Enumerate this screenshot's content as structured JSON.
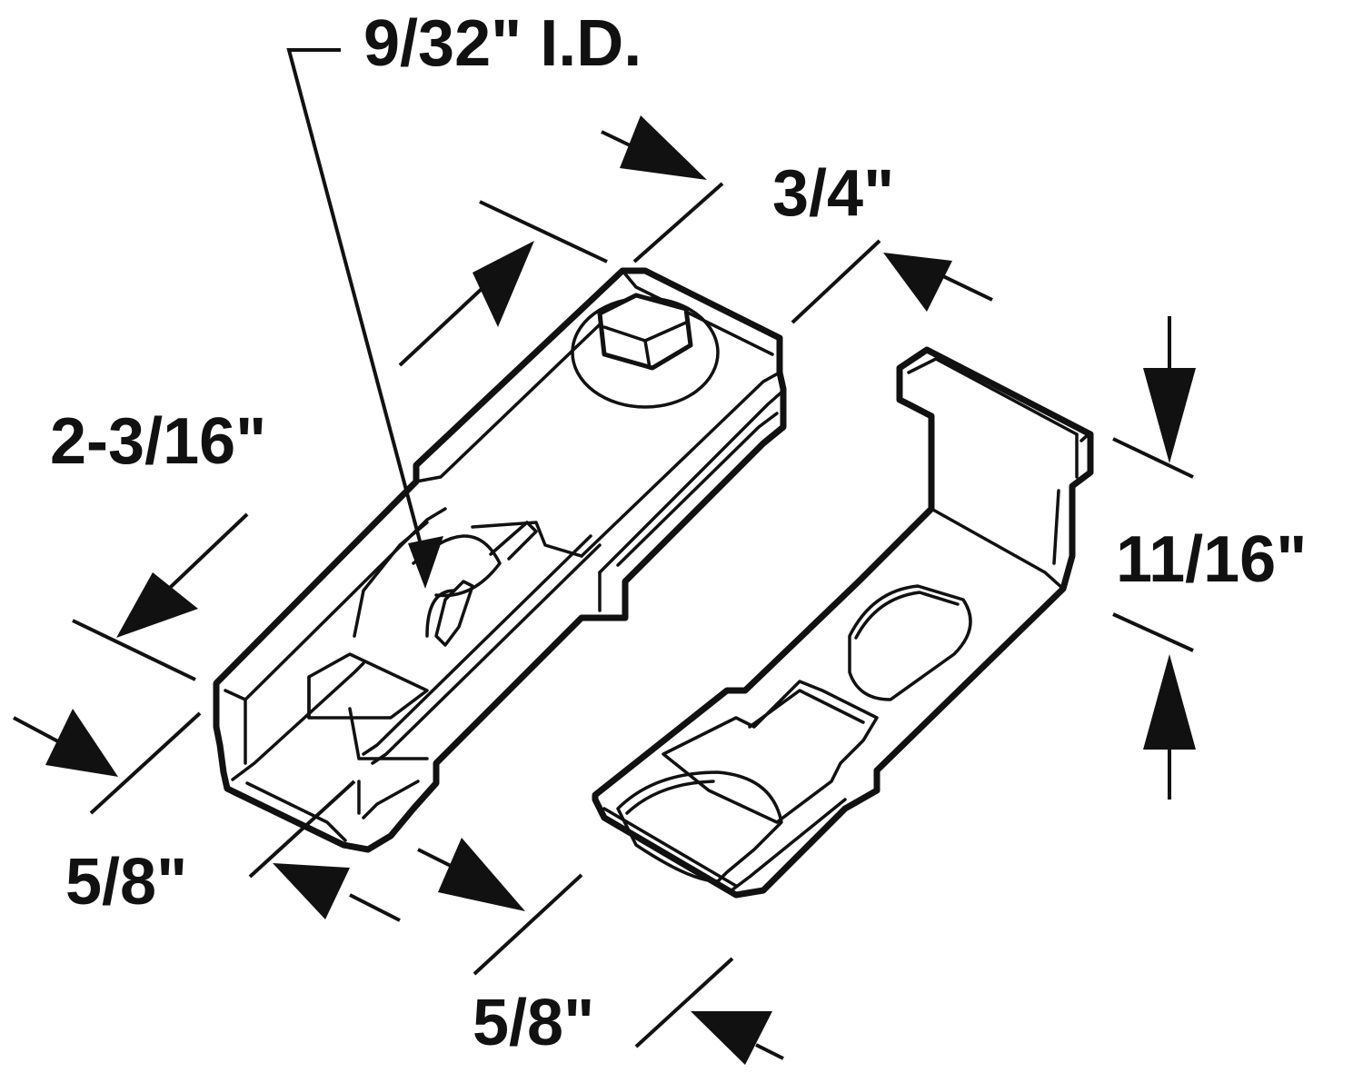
{
  "diagram": {
    "labels": {
      "inner_diameter": "9/32\" I.D.",
      "width_top": "3/4\"",
      "length": "2-3/16\"",
      "height": "11/16\"",
      "width_left": "5/8\"",
      "width_right": "5/8\""
    },
    "colors": {
      "ink": "#111111",
      "background": "#ffffff"
    }
  }
}
